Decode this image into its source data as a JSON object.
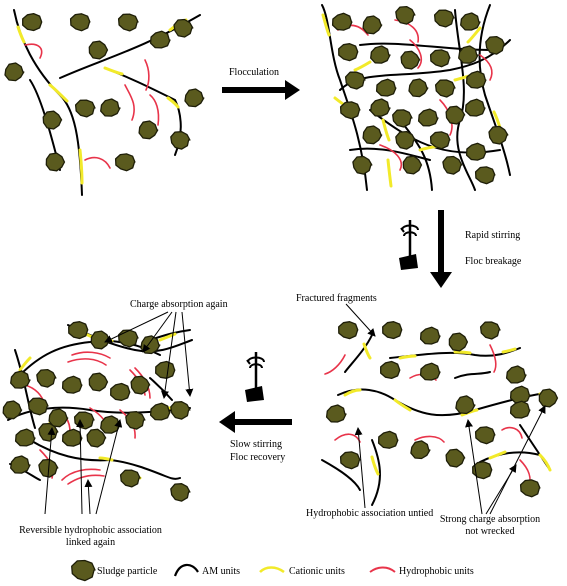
{
  "colors": {
    "particle_fill": "#5a5a1e",
    "particle_stroke": "#1e1e08",
    "am_chain": "#000000",
    "cationic": "#f2ea2a",
    "hydrophobic": "#e8344a"
  },
  "labels": {
    "flocculation": "Flocculation",
    "rapid_stirring": "Rapid stirring",
    "floc_breakage": "Floc breakage",
    "slow_stirring": "Slow stirring",
    "floc_recovery": "Floc recovery",
    "charge_absorption_again": "Charge absorption again",
    "fractured_fragments": "Fractured fragments",
    "hydrophobic_association_untied": "Hydrophobic association untied",
    "strong_charge_absorption_1": "Strong charge absorption",
    "strong_charge_absorption_2": "not wrecked",
    "reversible_hydrophobic_1": "Reversible hydrophobic association",
    "reversible_hydrophobic_2": "linked again"
  },
  "legend": [
    {
      "key": "particle",
      "label": "Sludge particle"
    },
    {
      "key": "am",
      "label": "AM units"
    },
    {
      "key": "cationic",
      "label": "Cationic units"
    },
    {
      "key": "hydrophobic",
      "label": "Hydrophobic units"
    }
  ],
  "icons": [
    "stirrer-icon-rapid",
    "stirrer-icon-slow"
  ]
}
